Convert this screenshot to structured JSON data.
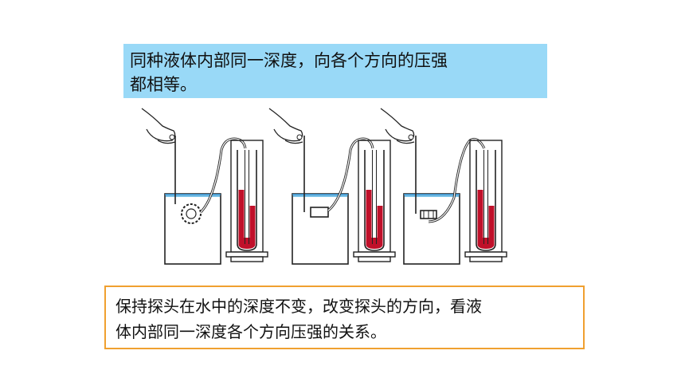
{
  "slide": {
    "conclusion": {
      "line1": " 同种液体内部同一深度，向各个方向的压强",
      "line2": "都相等。",
      "background_color": "#99d9f7"
    },
    "note": {
      "line1": "保持探头在水中的深度不变，改变探头的方向，看液",
      "line2": "体内部同一深度各个方向压强的关系。",
      "border_color": "#f0a030"
    },
    "liquid_color": "#c0102a",
    "water_color": "#7cc3e8"
  }
}
